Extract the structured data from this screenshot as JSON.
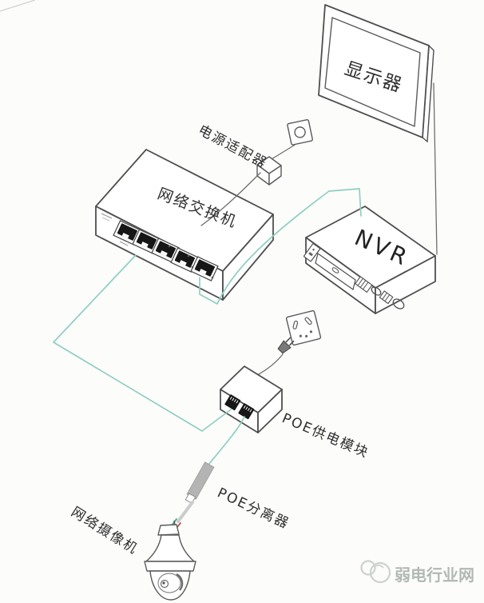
{
  "diagram": {
    "labels": {
      "monitor": "显示器",
      "power_adapter": "电源适配器",
      "network_switch": "网络交换机",
      "nvr": "NVR",
      "poe_power_module": "POE供电模块",
      "poe_splitter": "POE分离器",
      "network_camera": "网络摄像机"
    },
    "watermark": {
      "text": "弱电行业网"
    },
    "devices": [
      "monitor",
      "power-adapter",
      "wall-socket",
      "network-switch",
      "nvr",
      "power-outlet",
      "power-plug",
      "poe-power-module",
      "poe-splitter",
      "dome-camera"
    ],
    "colors": {
      "outline": "#4f4f4f",
      "cable_teal": "#8fcfc0",
      "wire_red": "#c0564c",
      "wire_green": "#3fa183",
      "splitter_gray": "#b4b4b4",
      "label_text": "#2f2f2f",
      "watermark_gray": "#b2b8b3",
      "background": "#fcfcfb"
    }
  }
}
